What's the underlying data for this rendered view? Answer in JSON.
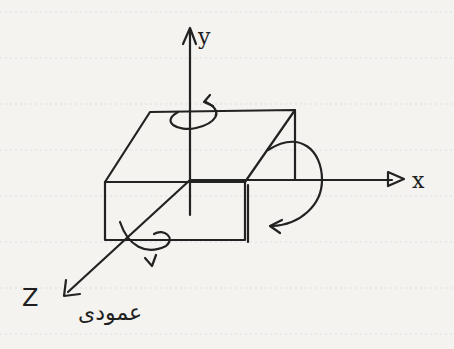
{
  "diagram": {
    "labels": [
      "y",
      "x",
      "Z",
      "عمودی"
    ]
  }
}
